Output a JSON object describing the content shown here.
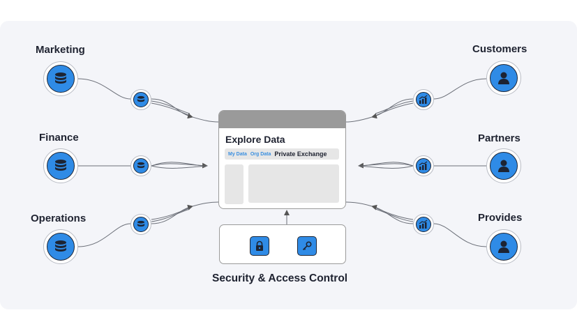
{
  "sources": [
    {
      "label": "Marketing",
      "icon": "database-icon"
    },
    {
      "label": "Finance",
      "icon": "database-icon"
    },
    {
      "label": "Operations",
      "icon": "database-icon"
    }
  ],
  "consumers": [
    {
      "label": "Customers",
      "icon": "user-icon"
    },
    {
      "label": "Partners",
      "icon": "user-icon"
    },
    {
      "label": "Provides",
      "icon": "user-icon"
    }
  ],
  "explore": {
    "title": "Explore Data",
    "tabs": [
      "My Data",
      "Org Data",
      "Private Exchange"
    ]
  },
  "security": {
    "label": "Security  & Access Control",
    "icons": [
      "lock-icon",
      "key-icon"
    ]
  },
  "colors": {
    "accent": "#2f8be6",
    "panel": "#f4f5f9",
    "window_bar": "#9a9a9a",
    "line": "#6b6f78"
  }
}
